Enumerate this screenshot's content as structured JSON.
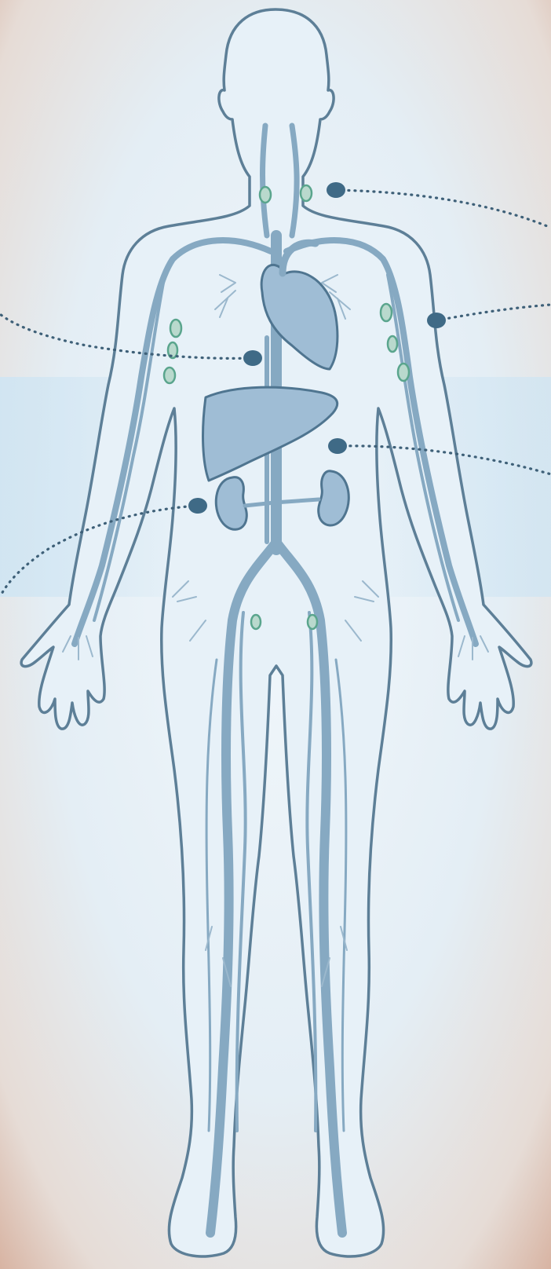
{
  "colors": {
    "background_center": "#eef5fa",
    "background_edge": "#d9b5a2",
    "outline": "#5d7f97",
    "organ_fill": "#9fbdd5",
    "vessel": "#86a9c2",
    "lymph_node": "#5aa58d",
    "marker": "#3f6a86"
  },
  "markers": [
    {
      "name": "marker-neck"
    },
    {
      "name": "marker-right-shoulder"
    },
    {
      "name": "marker-left-chest"
    },
    {
      "name": "marker-abdomen"
    },
    {
      "name": "marker-kidney"
    }
  ]
}
